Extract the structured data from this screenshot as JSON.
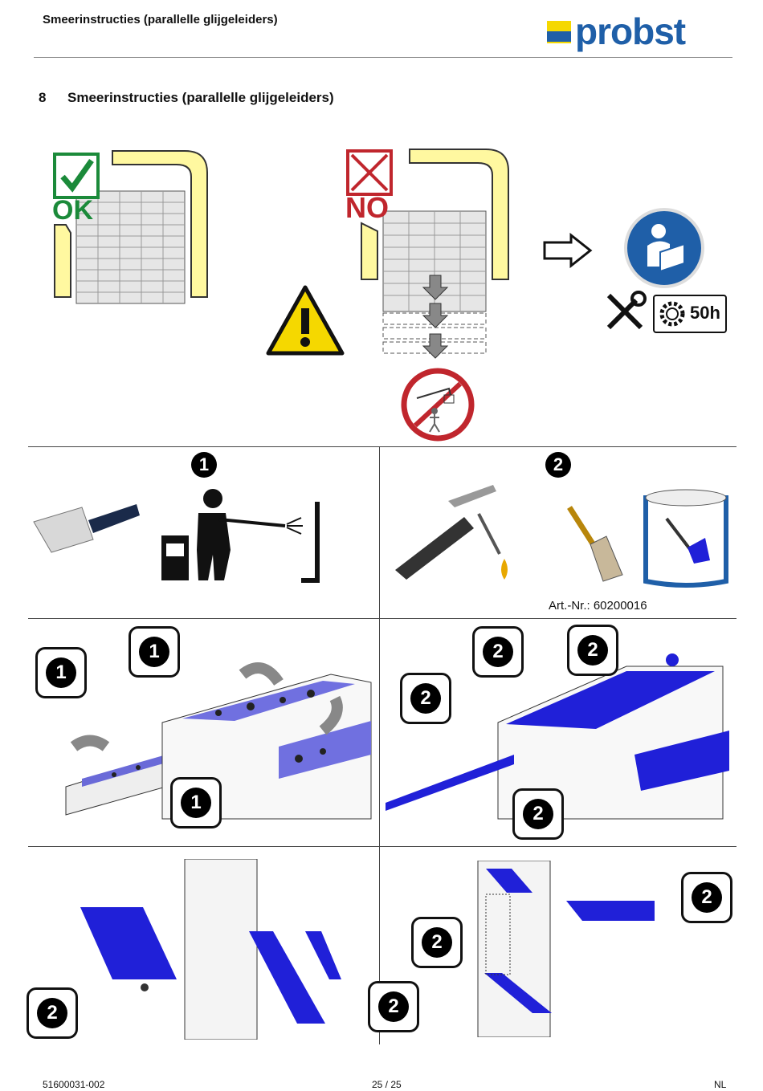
{
  "header": {
    "title": "Smeerinstructies (parallelle glijgeleiders)",
    "logo_text": "probst"
  },
  "section": {
    "number": "8",
    "title": "Smeerinstructies (parallelle glijgeleiders)"
  },
  "labels": {
    "ok": "OK",
    "no": "NO",
    "hours": "50h"
  },
  "steps": {
    "step1": "1",
    "step2": "2"
  },
  "art_nr": "Art.-Nr.: 60200016",
  "footer": {
    "doc_number": "51600031-002",
    "page": "25 / 25",
    "lang": "NL"
  },
  "colors": {
    "brand_blue": "#1f5fa8",
    "brand_yellow": "#f5d800",
    "grease_blue": "#2020d8",
    "ok_green": "#1b8a3a",
    "no_red": "#c0262d"
  }
}
